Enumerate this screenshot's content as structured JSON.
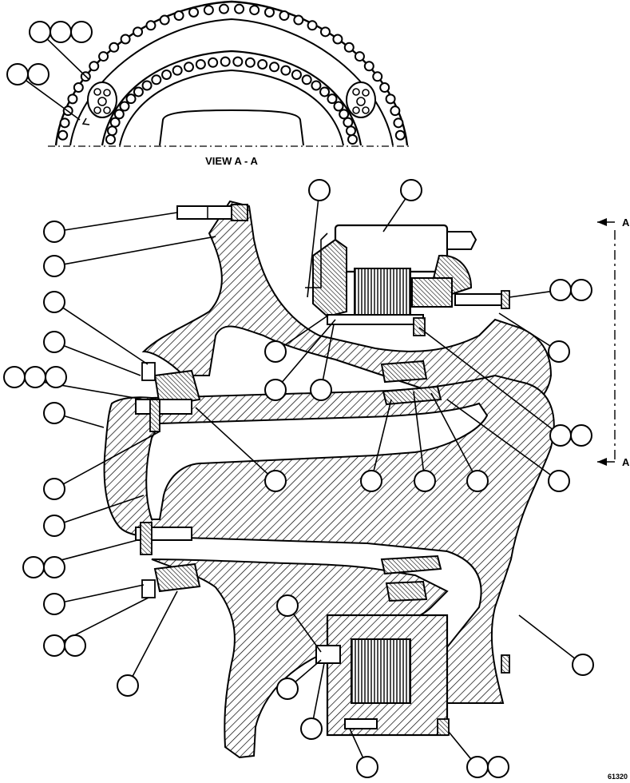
{
  "view_title": "VIEW A - A",
  "section_marker": {
    "letter_top": "A",
    "letter_bottom": "A"
  },
  "figure_number": "61320",
  "colors": {
    "ink": "#000000",
    "paper": "#ffffff"
  }
}
